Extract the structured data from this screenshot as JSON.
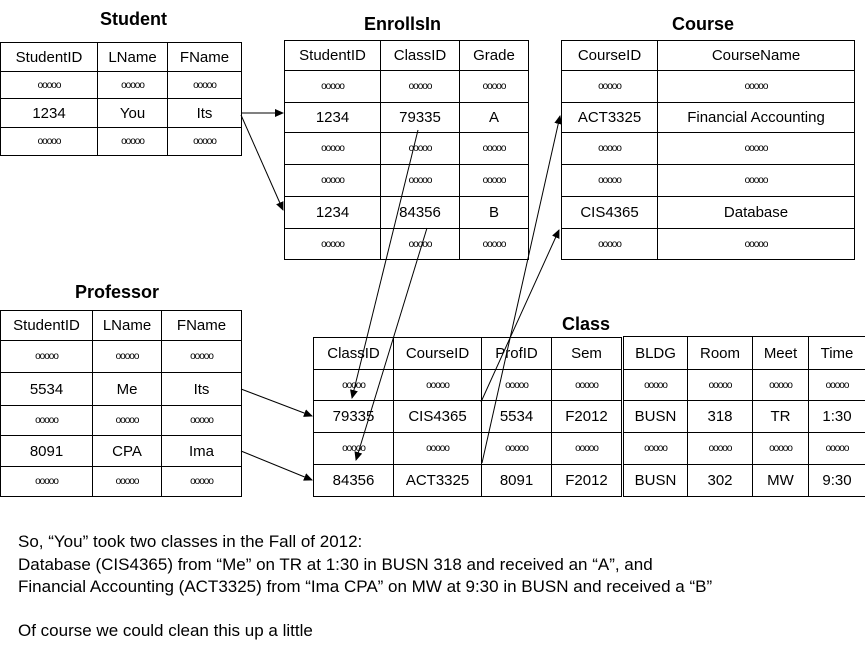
{
  "student": {
    "title": "Student",
    "columns": [
      "StudentID",
      "LName",
      "FName"
    ],
    "rows": [
      [
        "ooooo",
        "ooooo",
        "ooooo"
      ],
      [
        "1234",
        "You",
        "Its"
      ],
      [
        "ooooo",
        "ooooo",
        "ooooo"
      ]
    ]
  },
  "enrollsin": {
    "title": "EnrollsIn",
    "columns": [
      "StudentID",
      "ClassID",
      "Grade"
    ],
    "rows": [
      [
        "ooooo",
        "ooooo",
        "ooooo"
      ],
      [
        "1234",
        "79335",
        "A"
      ],
      [
        "ooooo",
        "ooooo",
        "ooooo"
      ],
      [
        "ooooo",
        "ooooo",
        "ooooo"
      ],
      [
        "1234",
        "84356",
        "B"
      ],
      [
        "ooooo",
        "ooooo",
        "ooooo"
      ]
    ]
  },
  "course": {
    "title": "Course",
    "columns": [
      "CourseID",
      "CourseName"
    ],
    "rows": [
      [
        "ooooo",
        "ooooo"
      ],
      [
        "ACT3325",
        "Financial Accounting"
      ],
      [
        "ooooo",
        "ooooo"
      ],
      [
        "ooooo",
        "ooooo"
      ],
      [
        "CIS4365",
        "Database"
      ],
      [
        "ooooo",
        "ooooo"
      ]
    ]
  },
  "professor": {
    "title": "Professor",
    "columns": [
      "StudentID",
      "LName",
      "FName"
    ],
    "rows": [
      [
        "ooooo",
        "ooooo",
        "ooooo"
      ],
      [
        "5534",
        "Me",
        "Its"
      ],
      [
        "ooooo",
        "ooooo",
        "ooooo"
      ],
      [
        "8091",
        "CPA",
        "Ima"
      ],
      [
        "ooooo",
        "ooooo",
        "ooooo"
      ]
    ]
  },
  "class_a": {
    "title": "Class",
    "columns": [
      "ClassID",
      "CourseID",
      "ProfID",
      "Sem"
    ],
    "rows": [
      [
        "ooooo",
        "ooooo",
        "ooooo",
        "ooooo"
      ],
      [
        "79335",
        "CIS4365",
        "5534",
        "F2012"
      ],
      [
        "ooooo",
        "ooooo",
        "ooooo",
        "ooooo"
      ],
      [
        "84356",
        "ACT3325",
        "8091",
        "F2012"
      ]
    ]
  },
  "class_b": {
    "columns": [
      "BLDG",
      "Room",
      "Meet",
      "Time"
    ],
    "rows": [
      [
        "ooooo",
        "ooooo",
        "ooooo",
        "ooooo"
      ],
      [
        "BUSN",
        "318",
        "TR",
        "1:30"
      ],
      [
        "ooooo",
        "ooooo",
        "ooooo",
        "ooooo"
      ],
      [
        "BUSN",
        "302",
        "MW",
        "9:30"
      ]
    ]
  },
  "summary": {
    "line1": "So, “You” took two classes in the Fall of 2012:",
    "line2": "Database (CIS4365) from “Me” on TR at 1:30 in BUSN 318 and received an “A”, and",
    "line3": "Financial Accounting (ACT3325) from “Ima CPA” on MW at 9:30 in BUSN and received a “B”",
    "line4": "Of course we could clean this up a little"
  }
}
